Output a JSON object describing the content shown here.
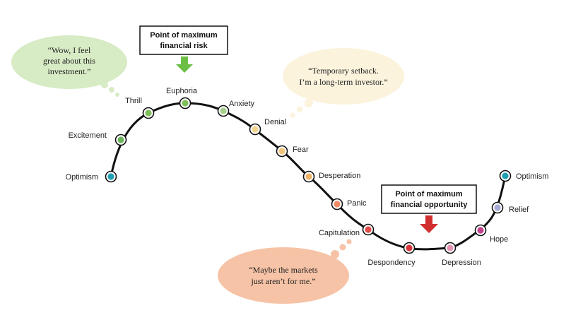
{
  "stages": [
    {
      "label": "Optimism",
      "color": "#1f9db3"
    },
    {
      "label": "Excitement",
      "color": "#6cb35c"
    },
    {
      "label": "Thrill",
      "color": "#7cbf59"
    },
    {
      "label": "Euphoria",
      "color": "#7cbf59"
    },
    {
      "label": "Anxiety",
      "color": "#a6cf8c"
    },
    {
      "label": "Denial",
      "color": "#f4d58f"
    },
    {
      "label": "Fear",
      "color": "#f1c57c"
    },
    {
      "label": "Desperation",
      "color": "#f0b468"
    },
    {
      "label": "Panic",
      "color": "#f08b65"
    },
    {
      "label": "Capitulation",
      "color": "#e24b48"
    },
    {
      "label": "Despondency",
      "color": "#d8343a"
    },
    {
      "label": "Depression",
      "color": "#e493b3"
    },
    {
      "label": "Hope",
      "color": "#c2428d"
    },
    {
      "label": "Relief",
      "color": "#a9a9d6"
    },
    {
      "label": "Optimism",
      "color": "#1f9db3"
    }
  ],
  "callouts": {
    "risk": {
      "line1": "Point of maximum",
      "line2": "financial risk",
      "arrow_color": "#6cbf45"
    },
    "opportunity": {
      "line1": "Point of maximum",
      "line2": "financial opportunity",
      "arrow_color": "#d12f2f"
    }
  },
  "bubbles": {
    "euphoria": {
      "lines": [
        "“Wow, I feel",
        "great about this",
        "investment.”"
      ],
      "color": "#d7ebc4"
    },
    "anxiety": {
      "lines": [
        "“Temporary setback.",
        "I’m a long-term investor.”"
      ],
      "color": "#fbf3dc"
    },
    "despondency": {
      "lines": [
        "“Maybe the markets",
        "just aren’t for me.”"
      ],
      "color": "#f6c3a6"
    }
  }
}
